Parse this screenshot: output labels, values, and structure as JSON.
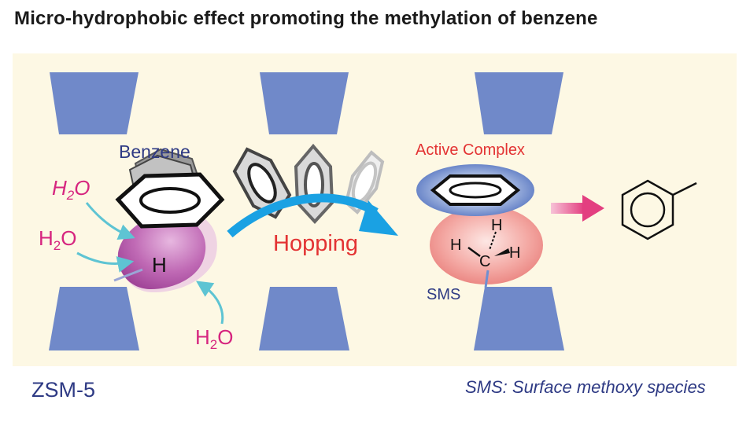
{
  "title": "Micro-hydrophobic effect promoting the methylation of benzene",
  "labels": {
    "benzene": "Benzene",
    "water": "H",
    "water_sub": "2",
    "water_o": "O",
    "proton": "H",
    "hopping": "Hopping",
    "active_complex": "Active Complex",
    "methyl_h": "H",
    "methyl_c": "C",
    "sms": "SMS",
    "zsm": "ZSM-5",
    "sms_note": "SMS: Surface methoxy species"
  },
  "colors": {
    "panel": "#fdf8e4",
    "zeolite": "#7089c9",
    "water_text": "#d6257f",
    "proton_cloud": "#b552a8",
    "hopping_arrow": "#1aa1e3",
    "hopping_text": "#e33333",
    "active_complex_text": "#e33333",
    "benzene_halo": "#5a78c2",
    "methoxy_halo": "#ee8a8a",
    "reaction_arrow": "#e8508a",
    "caption_text": "#2e3a84"
  }
}
